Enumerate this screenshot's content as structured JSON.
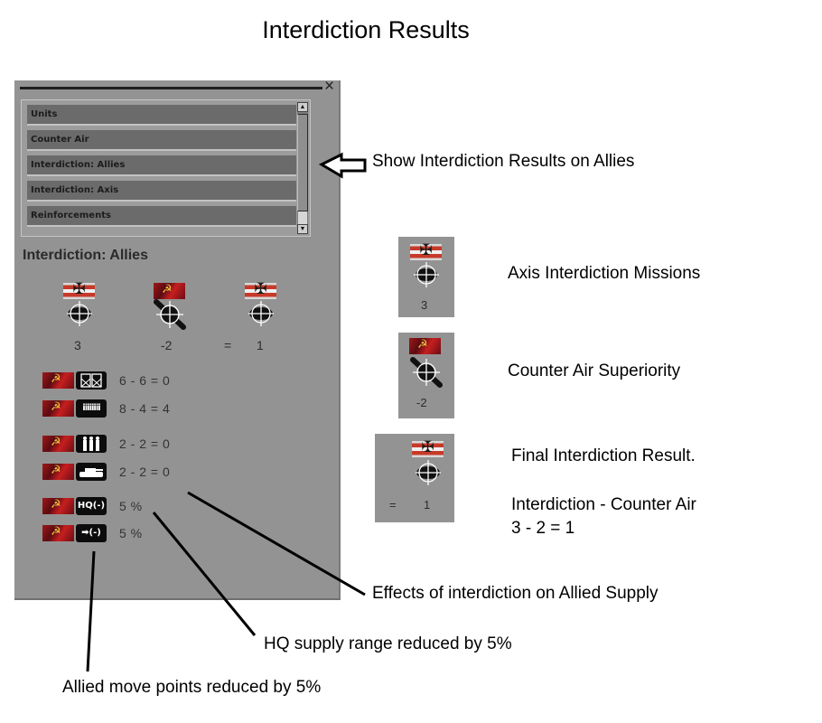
{
  "page_title": "Interdiction Results",
  "window": {
    "close_icon": "×",
    "list_items": [
      "Units",
      "Counter Air",
      "Interdiction: Allies",
      "Interdiction: Axis",
      "Reinforcements"
    ],
    "selected_item": "Interdiction: Allies",
    "scroll_up": "▲",
    "scroll_down": "▼",
    "section_heading": "Interdiction: Allies",
    "summary": {
      "axis_missions": "3",
      "counter_air": "-2",
      "equals": "=",
      "result": "1"
    },
    "supply_rows": [
      {
        "icon": "supply-crates-icon",
        "text": "6 - 6 = 0"
      },
      {
        "icon": "rail-icon",
        "glyph": "iiiiiiii",
        "text": "8 - 4 = 4"
      },
      {
        "icon": "infantry-icon",
        "text": "2 - 2 = 0"
      },
      {
        "icon": "tank-icon",
        "text": "2 - 2 = 0"
      },
      {
        "icon": "hq-icon",
        "glyph": "HQ(-)",
        "text": "5 %"
      },
      {
        "icon": "move-icon",
        "glyph": "➡(-)",
        "text": "5 %"
      }
    ]
  },
  "side_boxes": {
    "axis_missions_value": "3",
    "counter_air_value": "-2",
    "final_equals": "=",
    "final_value": "1"
  },
  "annotations": {
    "show_results": "Show Interdiction Results on Allies",
    "axis_missions": "Axis Interdiction Missions",
    "counter_air": "Counter Air Superiority",
    "final_result": "Final Interdiction Result.",
    "formula_line1": "Interdiction - Counter Air",
    "formula_line2": "3 - 2 = 1",
    "supply_effects": "Effects of interdiction on Allied Supply",
    "hq_range": "HQ supply range reduced by 5%",
    "move_points": "Allied move points reduced by 5%"
  },
  "colors": {
    "panel_gray": "#939393",
    "list_item_gray": "#6b6b6b",
    "axis_red": "#c73a2a",
    "soviet_red": "#a01818"
  }
}
